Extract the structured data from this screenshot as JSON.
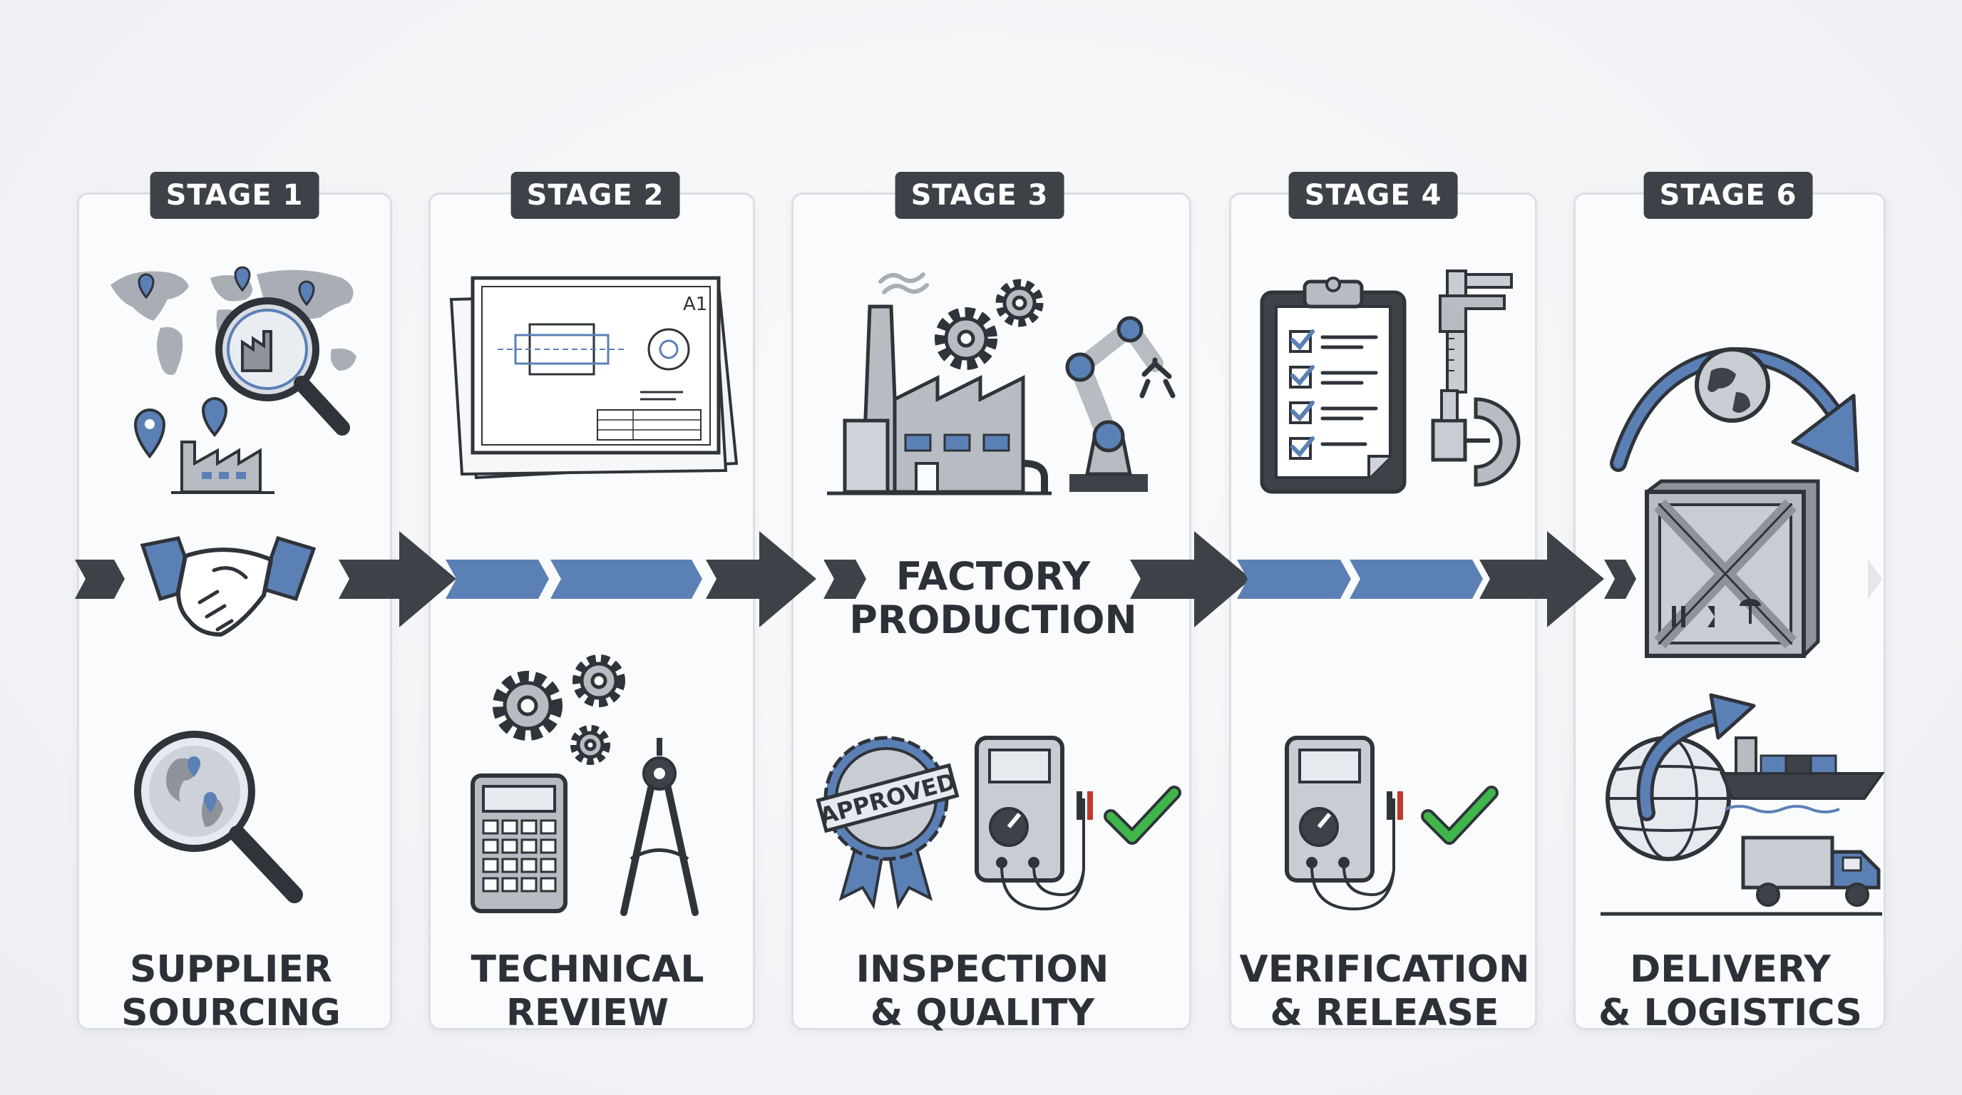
{
  "stages": [
    {
      "badge": "STAGE 1",
      "title": [
        "SUPPLIER",
        "SOURCING"
      ]
    },
    {
      "badge": "STAGE 2",
      "title": [
        "TECHNICAL",
        "REVIEW"
      ]
    },
    {
      "badge": "STAGE 3",
      "title": [
        "INSPECTION",
        "& QUALITY"
      ]
    },
    {
      "badge": "STAGE 4",
      "title": [
        "VERIFICATION",
        "& RELEASE"
      ]
    },
    {
      "badge": "STAGE 6",
      "title": [
        "DELIVERY",
        "& LOGISTICS"
      ]
    }
  ],
  "center_label": [
    "FACTORY",
    "PRODUCTION"
  ],
  "drawing_label": "A1",
  "stamp_label": "APPROVED",
  "colors": {
    "dark": "#3d4148",
    "blue": "#5b80b5",
    "light": "#c8ccd3",
    "line": "#2f333a",
    "green": "#3fb54a"
  },
  "icons": [
    "world-map-icon",
    "magnifier-factory-icon",
    "handshake-icon",
    "globe-magnifier-icon",
    "blueprint-icon",
    "gears-icon",
    "calculator-icon",
    "compass-icon",
    "factory-icon",
    "robot-arm-icon",
    "approved-seal-icon",
    "multimeter-icon",
    "check-icon",
    "clipboard-checklist-icon",
    "caliper-icon",
    "micrometer-icon",
    "globe-arrow-icon",
    "crate-icon",
    "ship-icon",
    "truck-icon"
  ]
}
